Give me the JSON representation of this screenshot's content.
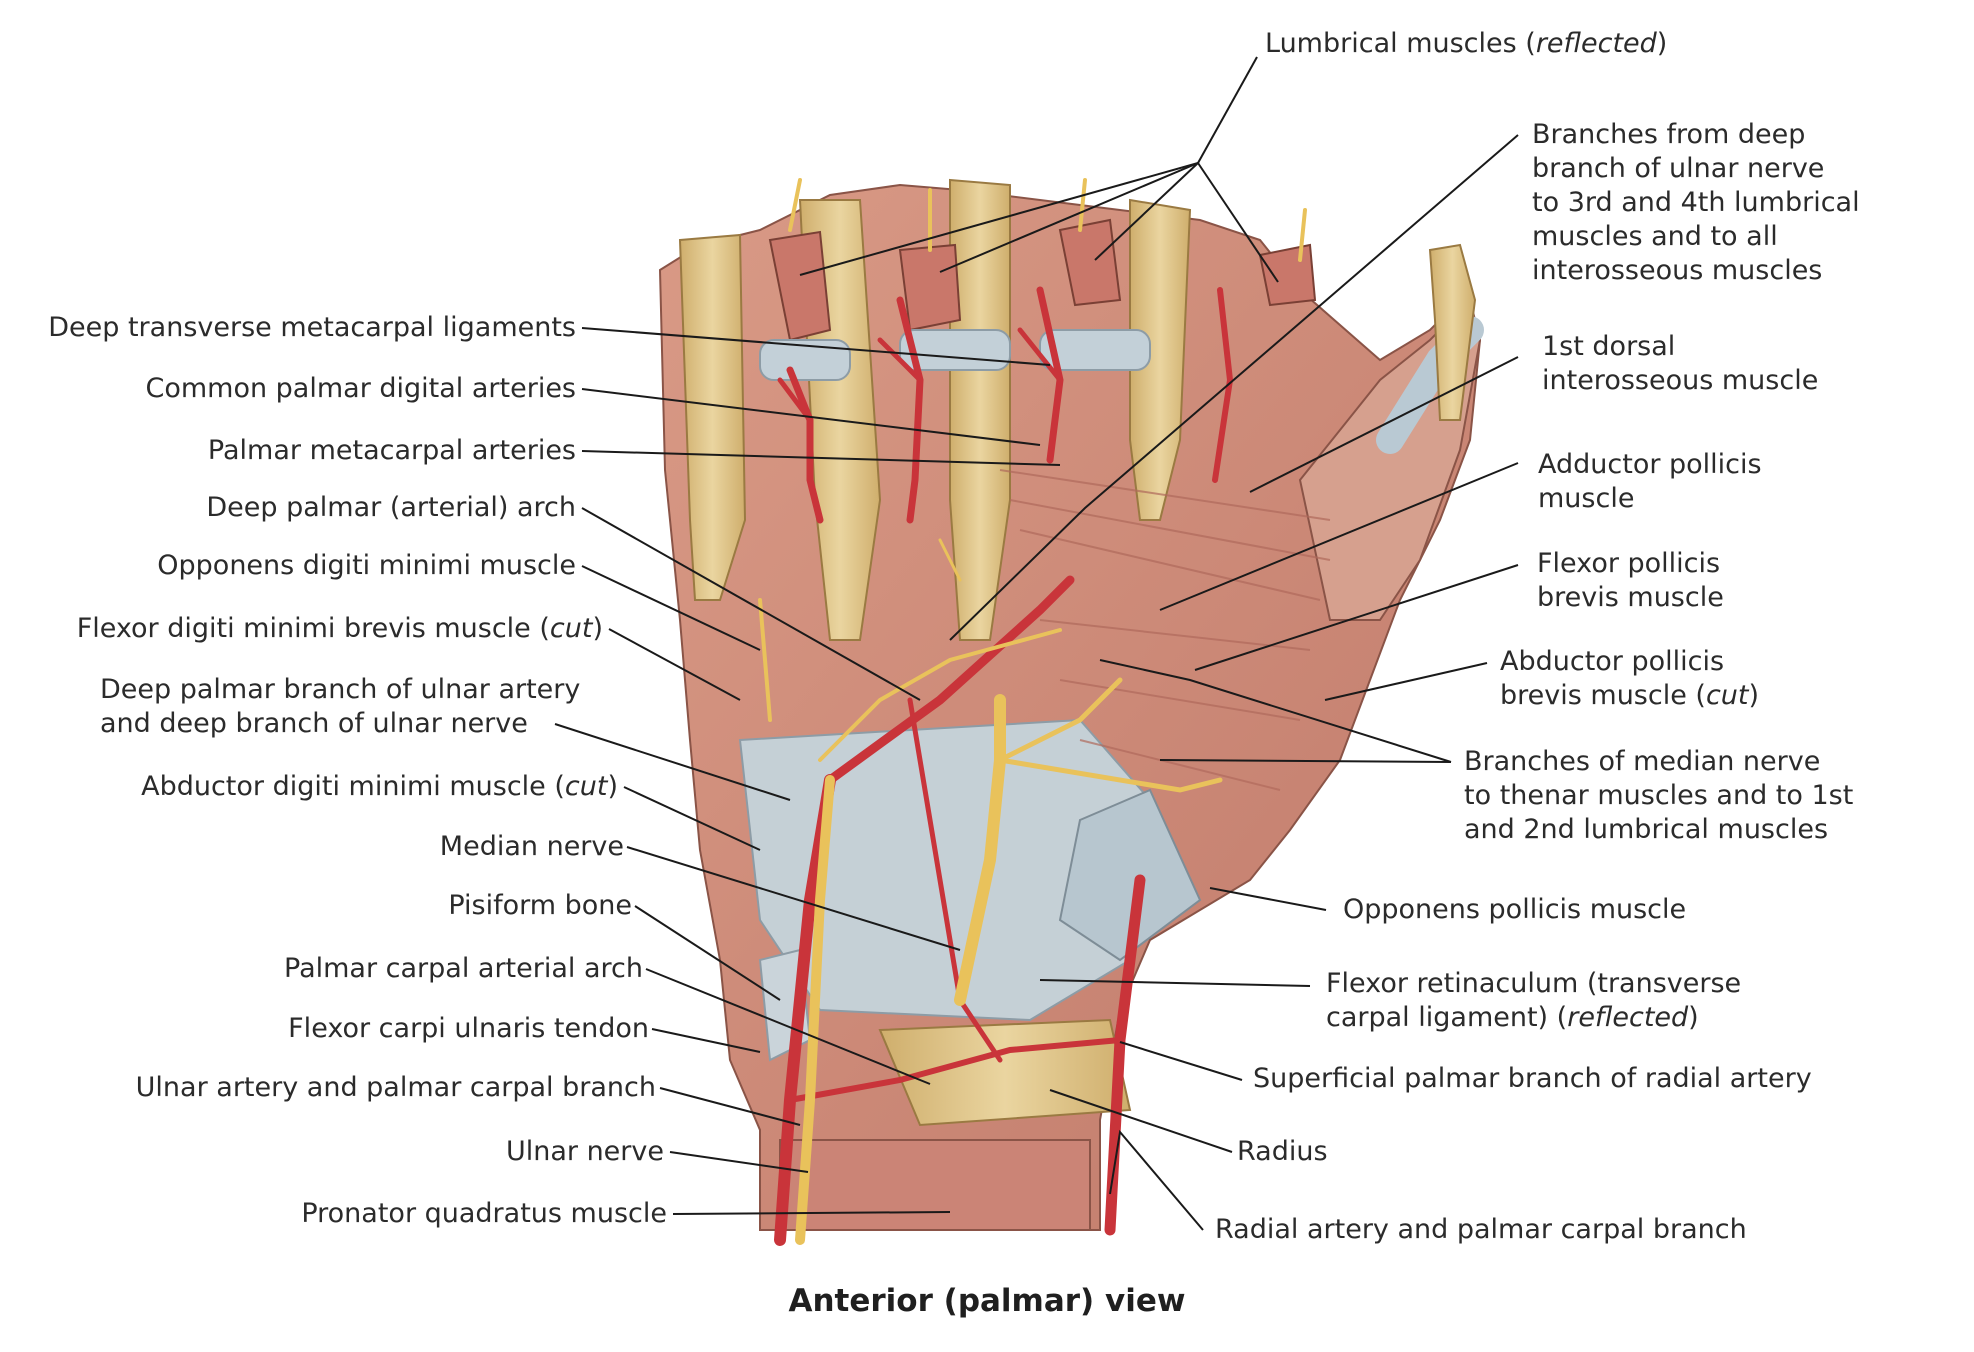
{
  "caption": "Anterior (palmar) view",
  "colors": {
    "muscle": "#cf8a78",
    "bone": "#e2c88e",
    "artery": "#c9343a",
    "nerve": "#e9c25b",
    "ligament": "#c3d0d8",
    "leader": "#1a1a1a"
  },
  "labels": {
    "lumbrical": {
      "main": "Lumbrical muscles (",
      "italic": "reflected",
      "end": ")"
    },
    "deep_branch_ulnar_nerve": [
      "Branches from deep",
      "branch of ulnar nerve",
      "to 3rd and 4th lumbrical",
      "muscles and to all",
      "interosseous muscles"
    ],
    "first_dorsal_interosseous": [
      "1st dorsal",
      "interosseous muscle"
    ],
    "adductor_pollicis": [
      "Adductor pollicis",
      "muscle"
    ],
    "flexor_pollicis_brevis": [
      "Flexor pollicis",
      "brevis muscle"
    ],
    "abductor_pollicis_brevis": {
      "line1": "Abductor pollicis",
      "line2": "brevis muscle (",
      "italic": "cut",
      "end": ")"
    },
    "median_nerve_branches": [
      "Branches of median nerve",
      "to thenar muscles and to 1st",
      "and 2nd lumbrical muscles"
    ],
    "opponens_pollicis": "Opponens pollicis muscle",
    "flexor_retinaculum": {
      "line1": "Flexor retinaculum (transverse",
      "line2": "carpal ligament) (",
      "italic": "reflected",
      "end": ")"
    },
    "superficial_palmar_branch": "Superficial palmar branch of radial artery",
    "radius": "Radius",
    "radial_artery": "Radial artery and palmar carpal branch",
    "deep_transverse_metacarpal": "Deep transverse metacarpal ligaments",
    "common_palmar_digital": "Common palmar digital arteries",
    "palmar_metacarpal": "Palmar metacarpal arteries",
    "deep_palmar_arch": "Deep palmar (arterial) arch",
    "opponens_digiti_minimi": "Opponens digiti minimi muscle",
    "flexor_digiti_minimi_brevis": {
      "main": "Flexor digiti minimi brevis muscle (",
      "italic": "cut",
      "end": ")"
    },
    "deep_palmar_branch_ulnar": [
      "Deep palmar branch of ulnar artery",
      "and deep branch of ulnar nerve"
    ],
    "abductor_digiti_minimi": {
      "main": "Abductor digiti minimi muscle (",
      "italic": "cut",
      "end": ")"
    },
    "median_nerve": "Median nerve",
    "pisiform": "Pisiform bone",
    "palmar_carpal_arch": "Palmar carpal arterial arch",
    "flexor_carpi_ulnaris": "Flexor carpi ulnaris tendon",
    "ulnar_artery": "Ulnar artery and palmar carpal branch",
    "ulnar_nerve": "Ulnar nerve",
    "pronator_quadratus": "Pronator quadratus muscle"
  }
}
